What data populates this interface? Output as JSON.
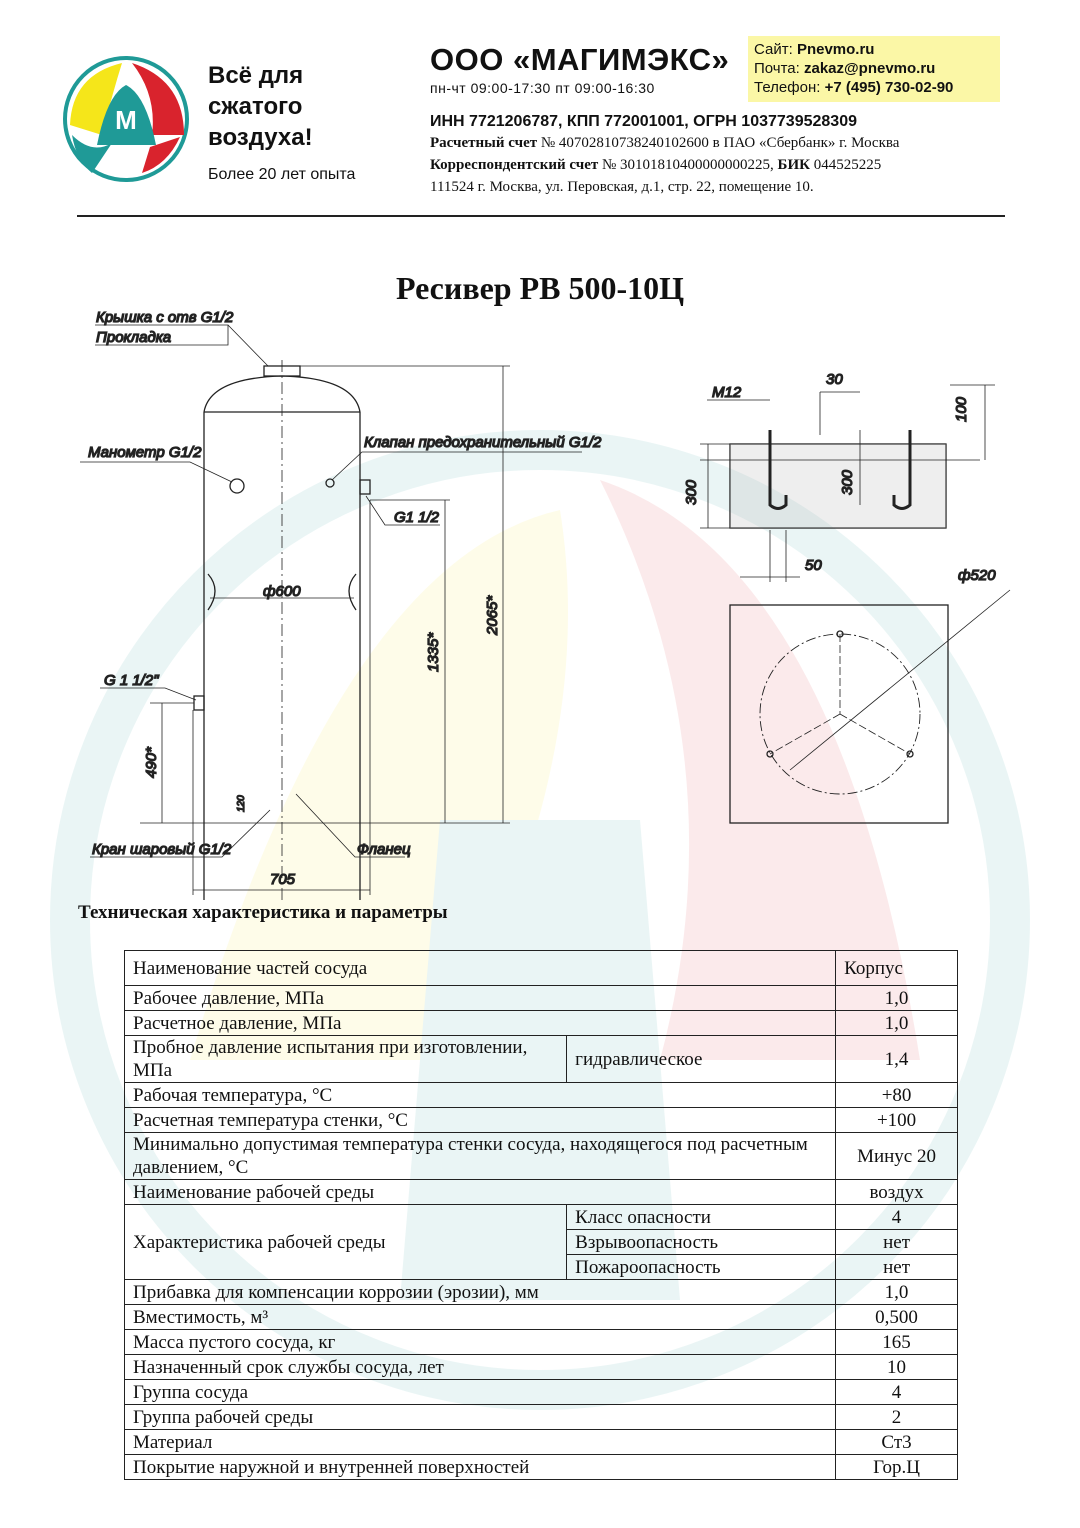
{
  "header": {
    "logo_letter": "М",
    "slogan": [
      "Всё для",
      "сжатого",
      "воздуха!"
    ],
    "experience": "Более 20 лет опыта",
    "company": "ООО «МАГИМЭКС»",
    "hours": "пн-чт 09:00-17:30 пт 09:00-16:30",
    "contacts": [
      {
        "label": "Сайт: ",
        "value": "Pnevmo.ru"
      },
      {
        "label": "Почта: ",
        "value": "zakaz@pnevmo.ru"
      },
      {
        "label": "Телефон: ",
        "value": "+7 (495) 730-02-90"
      }
    ],
    "inn": "ИНН 7721206787, КПП 772001001, ОГРН 1037739528309",
    "account_label": "Расчетный счет",
    "account_value": " № 40702810738240102600 в ПАО «Сбербанк» г. Москва",
    "corr_label": "Корреспондентский счет",
    "corr_value": " № 30101810400000000225, ",
    "bik_label": "БИК",
    "bik_value": " 044525225",
    "address": "111524 г. Москва, ул. Перовская, д.1, стр. 22, помещение 10."
  },
  "title": "Ресивер РВ 500-10Ц",
  "drawing": {
    "labels": {
      "cover": "Крышка с отв G1/2",
      "gasket": "Прокладка",
      "manometer": "Манометр G1/2",
      "valve": "Клапан предохранительный G1/2",
      "g112": "G1 1/2",
      "diam": "ф600",
      "g112b": "G 1 1/2\"",
      "ball_valve": "Кран шаровый G1/2",
      "flange": "Фланец"
    },
    "dims": {
      "h_total": "2065*",
      "h_mid": "1335*",
      "h_low": "490*",
      "h_flange": "120",
      "width": "705"
    },
    "foundation": {
      "bolt": "M12",
      "d30": "30",
      "d100": "100",
      "d300a": "300",
      "d300b": "300",
      "d50": "50",
      "d520": "ф520"
    }
  },
  "specs_title": "Техническая характеристика и параметры",
  "table": {
    "header": [
      "Наименование частей сосуда",
      "Корпус"
    ],
    "rows": [
      [
        "Рабочее давление, МПа",
        "1,0"
      ],
      [
        "Расчетное давление, МПа",
        "1,0"
      ],
      [
        "Пробное давление испытания при изготовлении, МПа",
        "гидравлическое",
        "1,4"
      ],
      [
        "Рабочая температура, °С",
        "+80"
      ],
      [
        "Расчетная температура стенки, °С",
        "+100"
      ],
      [
        "Минимально допустимая температура стенки сосуда, находящегося под расчетным давлением, °С",
        "Минус 20"
      ],
      [
        "Наименование рабочей среды",
        "воздух"
      ],
      [
        "Характеристика рабочей среды",
        "Класс опасности",
        "4",
        "Взрывоопасность",
        "нет",
        "Пожароопасность",
        "нет"
      ],
      [
        "Прибавка для компенсации коррозии (эрозии), мм",
        "1,0"
      ],
      [
        "Вместимость, м³",
        "0,500"
      ],
      [
        "Масса пустого сосуда, кг",
        "165"
      ],
      [
        "Назначенный срок службы сосуда, лет",
        "10"
      ],
      [
        "Группа сосуда",
        "4"
      ],
      [
        "Группа рабочей среды",
        "2"
      ],
      [
        "Материал",
        "Ст3"
      ],
      [
        "Покрытие наружной и внутренней поверхностей",
        "Гор.Ц"
      ]
    ]
  },
  "colors": {
    "yellow": "#f5e61a",
    "red": "#d9232d",
    "teal": "#1f9a97",
    "highlight": "#fbf7a6"
  }
}
